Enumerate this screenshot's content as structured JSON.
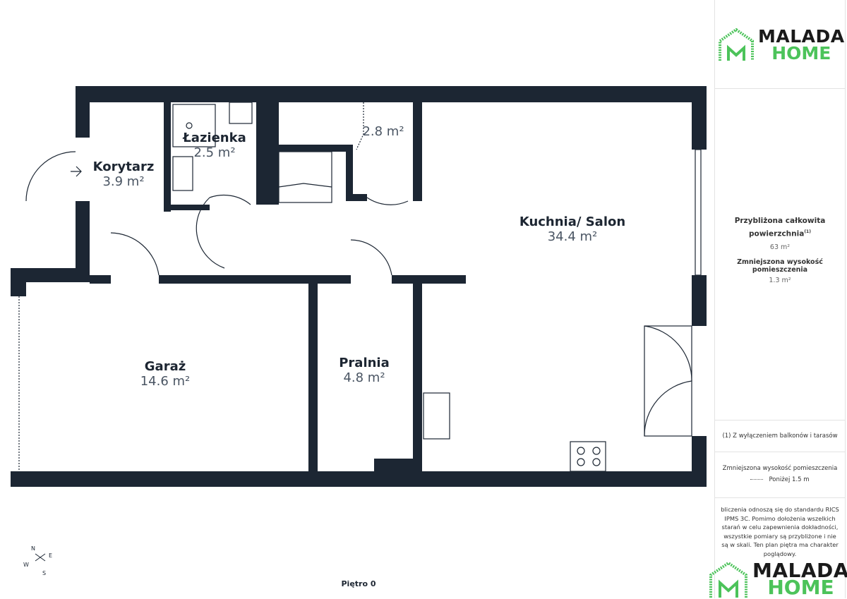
{
  "brand": {
    "line1": "MALADA",
    "line2": "HOME",
    "accent": "#4cc35a",
    "wall_color": "#1c2633"
  },
  "rooms": [
    {
      "name": "Korytarz",
      "area": "3.9 m²"
    },
    {
      "name": "Łazienka",
      "area": "2.5 m²"
    },
    {
      "name": "",
      "area": "2.8 m²"
    },
    {
      "name": "Kuchnia/ Salon",
      "area": "34.4 m²"
    },
    {
      "name": "Garaż",
      "area": "14.6 m²"
    },
    {
      "name": "Pralnia",
      "area": "4.8 m²"
    }
  ],
  "panel": {
    "total_label": "Przybliżona całkowita powierzchnia",
    "total_sup": "(1)",
    "total_value": "63 m²",
    "reduced_label": "Zmniejszona wysokość pomieszczenia",
    "reduced_value": "1.3 m²",
    "footnote": "(1) Z wyłączeniem balkonów i tarasów",
    "legend_title": "Zmniejszona wysokość pomieszczenia",
    "legend_item": "Poniżej 1.5 m",
    "disclaimer": "bliczenia odnoszą się do standardu RICS IPMS 3C. Pomimo dołożenia wszelkich starań w celu zapewnienia dokładności, wszystkie pomiary są przybliżone i nie są w skali. Ten plan piętra ma charakter poglądowy."
  },
  "floor": "Piętro 0",
  "compass": {
    "n": "N",
    "e": "E",
    "s": "S",
    "w": "W"
  }
}
